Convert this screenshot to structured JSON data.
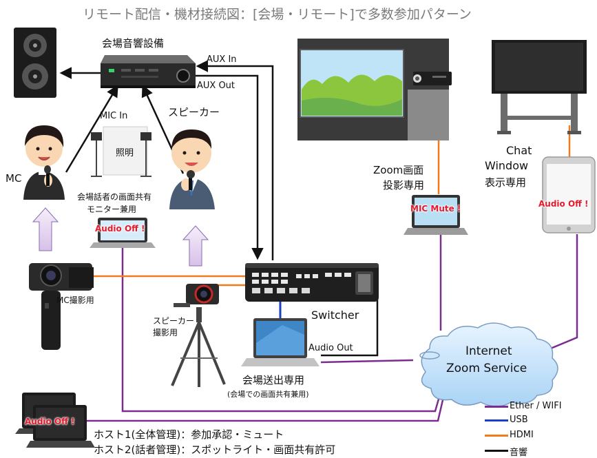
{
  "title": "リモート配信・機材接続図：[会場・リモート]で多数参加パターン",
  "devices": {
    "venue_audio": "会場音響設備",
    "aux_in": "AUX In",
    "aux_out": "AUX Out",
    "mic_in": "MIC In",
    "speaker_person": "スピーカー",
    "lighting": "照明",
    "mc": "MC",
    "share_pc_line1": "会場話者の画面共有",
    "share_pc_line2": "モニター兼用",
    "mc_camera": "MC撮影用",
    "speaker_camera_line1": "スピーカー",
    "speaker_camera_line2": "撮影用",
    "switcher": "Switcher",
    "audio_out": "Audio Out",
    "send_pc": "会場送出専用",
    "send_pc_note": "(会場での画面共有兼用)",
    "zoom_pc_line1": "Zoom画面",
    "zoom_pc_line2": "投影専用",
    "chat_line1": "Chat",
    "chat_line2": "Window",
    "chat_line3": "表示専用",
    "internet_line1": "Internet",
    "internet_line2": "Zoom Service",
    "host1": "ホスト1(全体管理)：参加承認・ミュート",
    "host2": "ホスト2(話者管理)：スポットライト・画面共有許可"
  },
  "warnings": {
    "share_pc": "Audio Off !",
    "zoom_pc": "MIC Mute !",
    "tablet": "Audio Off !",
    "host_pc": "Audio Off !"
  },
  "legend": [
    {
      "label": "Ether / WIFI",
      "color": "#7b2c8f"
    },
    {
      "label": "USB",
      "color": "#1b3fc4"
    },
    {
      "label": "HDMI",
      "color": "#f07a1c"
    },
    {
      "label": "音響",
      "color": "#111111"
    }
  ],
  "colors": {
    "ether": "#7b2c8f",
    "usb": "#1b3fc4",
    "hdmi": "#f07a1c",
    "audio": "#111111",
    "warning": "#e8192c"
  }
}
